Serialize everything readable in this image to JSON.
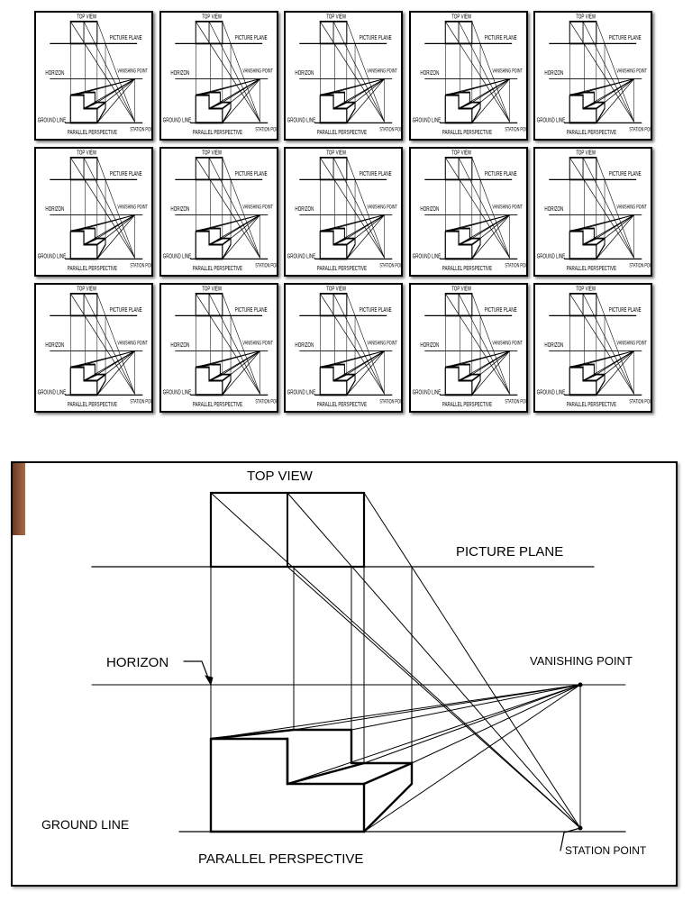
{
  "diagram": {
    "labels": {
      "top_view": "TOP VIEW",
      "picture_plane": "PICTURE PLANE",
      "horizon": "HORIZON",
      "vanishing_point": "VANISHING POINT",
      "ground_line": "GROUND LINE",
      "parallel_perspective": "PARALLEL PERSPECTIVE",
      "station_point": "STATION POINT"
    }
  },
  "thumbnail_grid": {
    "rows": 3,
    "columns": 5
  }
}
